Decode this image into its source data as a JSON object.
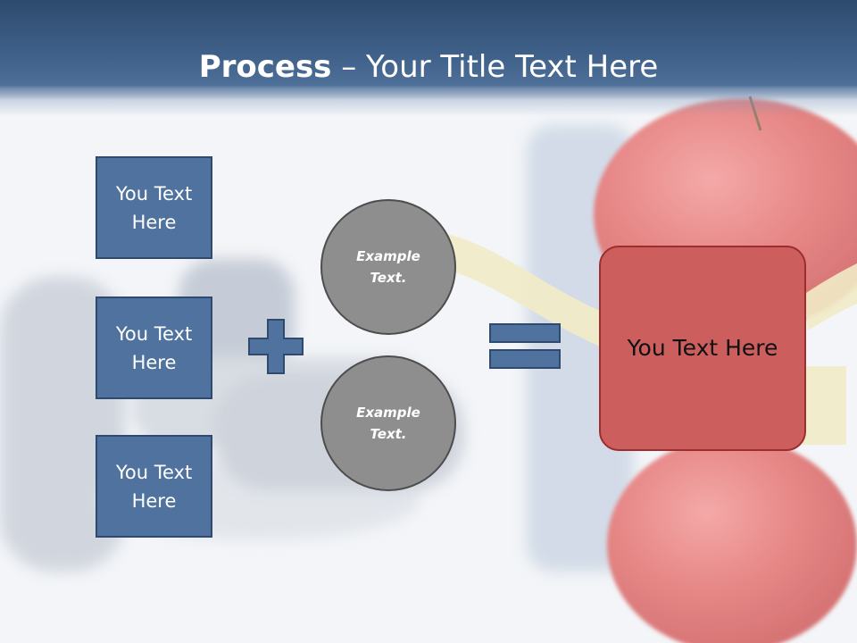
{
  "title": {
    "bold": "Process",
    "rest": " – Your Title Text Here"
  },
  "left_boxes": [
    {
      "label": "You Text Here"
    },
    {
      "label": "You Text Here"
    },
    {
      "label": "You Text Here"
    }
  ],
  "circles": [
    {
      "label": "Example Text."
    },
    {
      "label": "Example Text."
    }
  ],
  "result": {
    "label": "You Text Here"
  },
  "colors": {
    "title_bar": "#3f6189",
    "box_fill": "#4f729e",
    "circle_fill": "#8e8e8e",
    "result_fill": "#cd5e5e"
  }
}
